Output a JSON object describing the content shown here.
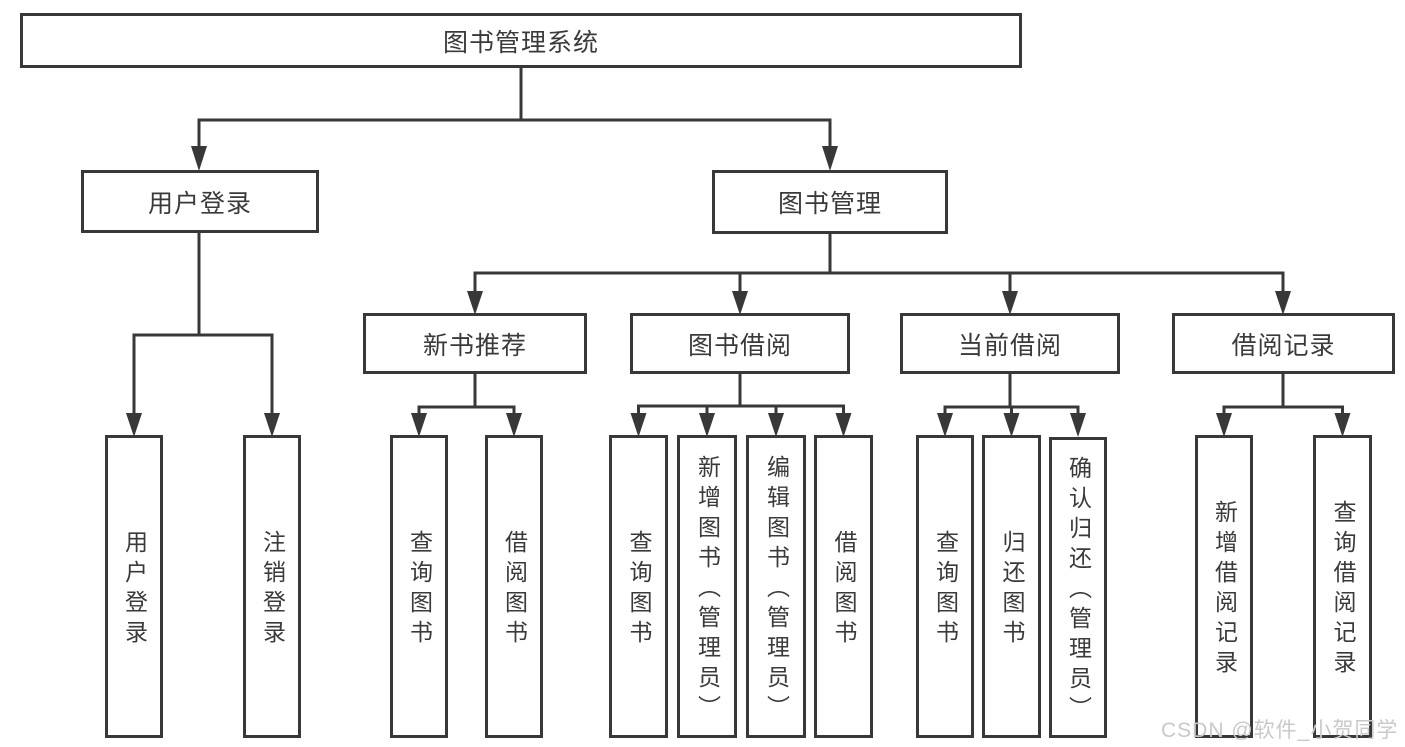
{
  "diagram": {
    "title_node": {
      "label": "图书管理系统"
    },
    "level2": [
      {
        "id": "user-login",
        "label": "用户登录"
      },
      {
        "id": "book-management",
        "label": "图书管理"
      }
    ],
    "level3": [
      {
        "id": "new-book-recommendation",
        "label": "新书推荐",
        "parent": "图书管理"
      },
      {
        "id": "book-borrowing",
        "label": "图书借阅",
        "parent": "图书管理"
      },
      {
        "id": "current-borrowing",
        "label": "当前借阅",
        "parent": "图书管理"
      },
      {
        "id": "borrowing-records",
        "label": "借阅记录",
        "parent": "图书管理"
      }
    ],
    "leaves": [
      {
        "id": "leaf-user-login",
        "label": "用户登录",
        "parent": "用户登录"
      },
      {
        "id": "leaf-logout",
        "label": "注销登录",
        "parent": "用户登录"
      },
      {
        "id": "leaf-query-books-rec",
        "label": "查询图书",
        "parent": "新书推荐"
      },
      {
        "id": "leaf-borrow-books-rec",
        "label": "借阅图书",
        "parent": "新书推荐"
      },
      {
        "id": "leaf-query-books-bor",
        "label": "查询图书",
        "parent": "图书借阅"
      },
      {
        "id": "leaf-add-books-admin",
        "label": "新增图书（管理员）",
        "parent": "图书借阅"
      },
      {
        "id": "leaf-edit-books-admin",
        "label": "编辑图书（管理员）",
        "parent": "图书借阅"
      },
      {
        "id": "leaf-borrow-books",
        "label": "借阅图书",
        "parent": "图书借阅"
      },
      {
        "id": "leaf-query-books-cur",
        "label": "查询图书",
        "parent": "当前借阅"
      },
      {
        "id": "leaf-return-books",
        "label": "归还图书",
        "parent": "当前借阅"
      },
      {
        "id": "leaf-confirm-return-admin",
        "label": "确认归还（管理员）",
        "parent": "当前借阅"
      },
      {
        "id": "leaf-add-borrow-record",
        "label": "新增借阅记录",
        "parent": "借阅记录"
      },
      {
        "id": "leaf-query-borrow-record",
        "label": "查询借阅记录",
        "parent": "借阅记录"
      }
    ],
    "line_color": "#383838"
  },
  "watermark": {
    "text": "CSDN @软件_小贺同学",
    "color": "#c9c9c9"
  }
}
